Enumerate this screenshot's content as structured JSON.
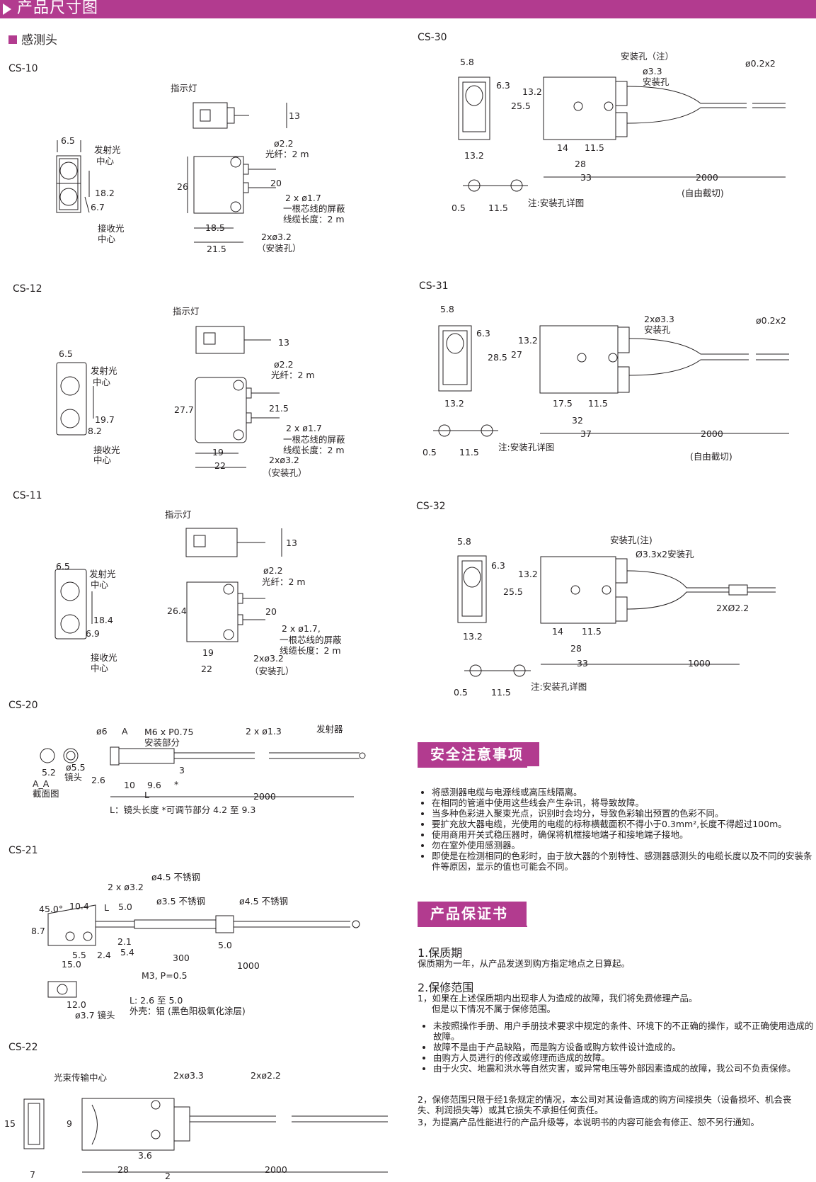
{
  "header": {
    "title": "产品尺寸图"
  },
  "subheader": {
    "title": "感测头"
  },
  "models": {
    "cs10": "CS-10",
    "cs12": "CS-12",
    "cs11": "CS-11",
    "cs20": "CS-20",
    "cs21": "CS-21",
    "cs22": "CS-22",
    "cs30": "CS-30",
    "cs31": "CS-31",
    "cs32": "CS-32"
  },
  "cs10": {
    "indicator": "指示灯",
    "emit": "发射光",
    "center": "中心",
    "receive": "接收光",
    "center2": "中心",
    "d65": "6.5",
    "d182": "18.2",
    "d67": "6.7",
    "d13": "13",
    "d22": "ø2.2",
    "fiber": "光纤：2 m",
    "d26": "26",
    "d20": "20",
    "w1": "2 x ø1.7",
    "w2": "一根芯线的屏蔽",
    "w3": "线缆长度：2 m",
    "d185": "18.5",
    "d215": "21.5",
    "h1": "2xø3.2",
    "h2": "（安装孔）"
  },
  "cs12": {
    "indicator": "指示灯",
    "emit": "发射光",
    "center": "中心",
    "receive": "接收光",
    "center2": "中心",
    "d65": "6.5",
    "d197": "19.7",
    "d82": "8.2",
    "d13": "13",
    "d22": "ø2.2",
    "fiber": "光纤：2 m",
    "d277": "27.7",
    "d215": "21.5",
    "w1": "2 x ø1.7",
    "w2": "一根芯线的屏蔽",
    "w3": "线缆长度：2 m",
    "d19": "19",
    "d22b": "22",
    "h1": "2xø3.2",
    "h2": "（安装孔）"
  },
  "cs11": {
    "indicator": "指示灯",
    "emit": "发射光",
    "center": "中心",
    "receive": "接收光",
    "center2": "中心",
    "d65": "6.5",
    "d184": "18.4",
    "d69": "6.9",
    "d13": "13",
    "d22": "ø2.2",
    "fiber": "光纤：2 m",
    "d264": "26.4",
    "d20": "20",
    "w1": "2 x ø1.7,",
    "w2": "一根芯线的屏蔽",
    "w3": "线缆长度：2 m",
    "d19": "19",
    "d22b": "22",
    "h1": "2xø3.2",
    "h2": "（安装孔）"
  },
  "cs20": {
    "d6": "ø6",
    "a": "A",
    "m6": "M6 x P0.75",
    "mount": "安装部分",
    "w": "2 x ø1.3",
    "emitter": "发射器",
    "d55": "ø5.5",
    "lens": "镜头",
    "d52": "5.2",
    "d26": "2.6",
    "aa": "A_A",
    "section": "截面图",
    "d10": "10",
    "d96": "9.6",
    "d3": "3",
    "l": "L",
    "star": "*",
    "d2000": "2000",
    "note": "L：镜头长度 *可调节部分 4.2 至 9.3"
  },
  "cs21": {
    "h": "2 x ø3.2",
    "ss45a": "ø4.5 不锈钢",
    "ang": "45.0°",
    "d104": "10.4",
    "l": "L",
    "d50": "5.0",
    "ss35": "ø3.5 不锈钢",
    "ss45b": "ø4.5 不锈钢",
    "d87": "8.7",
    "d21": "2.1",
    "d54": "5.4",
    "d50b": "5.0",
    "d55": "5.5",
    "d24": "2.4",
    "d150": "15.0",
    "d300": "300",
    "d1000": "1000",
    "m3": "M3, P=0.5",
    "d120": "12.0",
    "lens": "ø3.7 镜头",
    "lr": "L: 2.6 至 5.0",
    "shell": "外壳：铝 (黑色阳极氧化涂层)"
  },
  "cs22": {
    "beam": "光束传输中心",
    "h": "2xø3.3",
    "f": "2xø2.2",
    "d15": "15",
    "d9": "9",
    "d36": "3.6",
    "d7": "7",
    "d28": "28",
    "d2": "2",
    "d2000": "2000"
  },
  "cs30": {
    "d58": "5.8",
    "hole": "安装孔（注）",
    "d33": "ø3.3",
    "hole2": "安装孔",
    "cab": "ø0.2x2",
    "d63": "6.3",
    "d132": "13.2",
    "d255": "25.5",
    "d132b": "13.2",
    "d14": "14",
    "d115": "11.5",
    "d28": "28",
    "d33b": "33",
    "d2000": "2000",
    "free": "(自由截切)",
    "d05": "0.5",
    "d115b": "11.5",
    "note": "注:安装孔详图"
  },
  "cs31": {
    "d58": "5.8",
    "h": "2xø3.3",
    "hole2": "安装孔",
    "cab": "ø0.2x2",
    "d63": "6.3",
    "d132": "13.2",
    "d285": "28.5",
    "d27": "27",
    "d132b": "13.2",
    "d175": "17.5",
    "d115": "11.5",
    "d32": "32",
    "d37": "37",
    "d2000": "2000",
    "free": "(自由截切)",
    "d05": "0.5",
    "d115b": "11.5",
    "note": "注:安装孔详图"
  },
  "cs32": {
    "d58": "5.8",
    "hole": "安装孔(注)",
    "hole2": "Ø3.3x2安装孔",
    "d63": "6.3",
    "d132": "13.2",
    "d255": "25.5",
    "cab": "2XØ2.2",
    "d132b": "13.2",
    "d14": "14",
    "d115": "11.5",
    "d28": "28",
    "d33": "33",
    "d1000": "1000",
    "d05": "0.5",
    "d115b": "11.5",
    "note": "注:安装孔详图"
  },
  "safety": {
    "title": "安全注意事项",
    "items": [
      "将感测器电缆与电源线或高压线隔离。",
      "在相同的管道中使用这些线会产生杂讯，将导致故障。",
      "当多种色彩进入聚束光点，识别时会均分，导致色彩输出预置的色彩不同。",
      "要扩充放大器电缆，光使用的电缆的标称横截面积不得小于0.3mm²,长度不得超过100m。",
      "使用商用开关式稳压器时，确保将机框接地端子和接地端子接地。",
      "勿在室外使用感测器。",
      "即使是在检测相同的色彩时，由于放大器的个别特性、感测器感测头的电缆长度以及不同的安装条件等原因，显示的值也可能会不同。"
    ]
  },
  "warranty": {
    "title": "产品保证书",
    "h1": "1.保质期",
    "p1": "保质期为一年，从产品发送到购方指定地点之日算起。",
    "h2": "2.保修范围",
    "p2a": "1，如果在上述保质期内出现非人为造成的故障，我们将免费修理产品。",
    "p2b": "但是以下情况不属于保修范围。",
    "items": [
      "未按照操作手册、用户手册技术要求中规定的条件、环境下的不正确的操作，或不正确使用造成的故障。",
      "故障不是由于产品缺陷，而是购方设备或购方软件设计造成的。",
      "由购方人员进行的修改或修理而造成的故障。",
      "由于火灾、地震和洪水等自然灾害，或异常电压等外部因素造成的故障，我公司不负责保修。"
    ],
    "p3": "2，保修范围只限于经1条规定的情况，本公司对其设备造成的购方间接损失（设备损坏、机会丧失、利润损失等）或其它损失不承担任何责任。",
    "p4": "3，为提高产品性能进行的产品升级等，本说明书的内容可能会有修正、恕不另行通知。"
  }
}
